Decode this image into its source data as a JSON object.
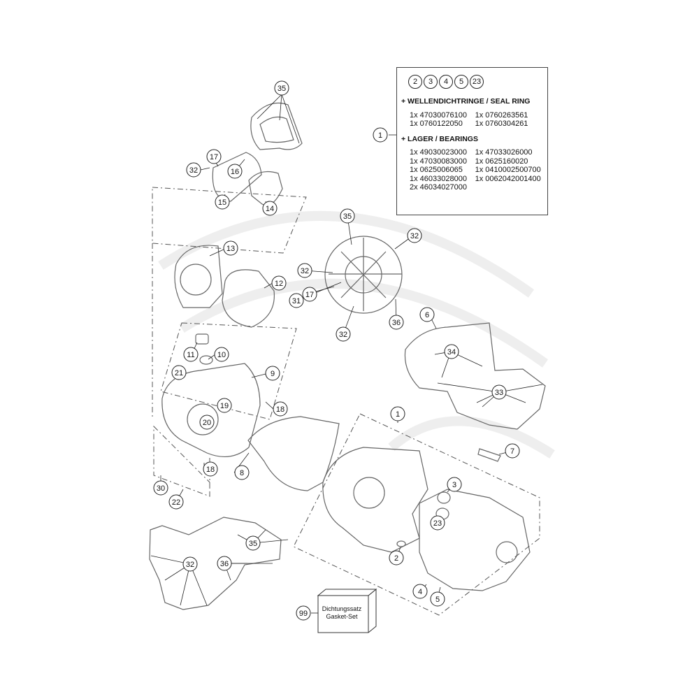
{
  "info_box": {
    "chips": [
      "2",
      "3",
      "4",
      "5",
      "23"
    ],
    "sections": [
      {
        "title": "+ WELLENDICHTRINGE / SEAL RING",
        "col1": [
          "1x 47030076100",
          "1x 0760122050"
        ],
        "col2": [
          "1x 0760263561",
          "1x 0760304261"
        ]
      },
      {
        "title": "+ LAGER / BEARINGS",
        "col1": [
          "1x 49030023000",
          "1x 47030083000",
          "1x 0625006065",
          "1x 46033028000",
          "2x 46034027000"
        ],
        "col2": [
          "1x 47033026000",
          "1x 0625160020",
          "1x 0410002500700",
          "1x 0062042001400"
        ]
      }
    ]
  },
  "kit": {
    "line1": "Dichtungssatz",
    "line2": "Gasket-Set",
    "callout": "99"
  },
  "callouts": [
    {
      "n": "35"
    },
    {
      "n": "17"
    },
    {
      "n": "32"
    },
    {
      "n": "16"
    },
    {
      "n": "15"
    },
    {
      "n": "14"
    },
    {
      "n": "13"
    },
    {
      "n": "12"
    },
    {
      "n": "11"
    },
    {
      "n": "10"
    },
    {
      "n": "21"
    },
    {
      "n": "9"
    },
    {
      "n": "19"
    },
    {
      "n": "20"
    },
    {
      "n": "18"
    },
    {
      "n": "18"
    },
    {
      "n": "8"
    },
    {
      "n": "30"
    },
    {
      "n": "22"
    },
    {
      "n": "35"
    },
    {
      "n": "32"
    },
    {
      "n": "36"
    },
    {
      "n": "35"
    },
    {
      "n": "32"
    },
    {
      "n": "32"
    },
    {
      "n": "17"
    },
    {
      "n": "31"
    },
    {
      "n": "32"
    },
    {
      "n": "36"
    },
    {
      "n": "6"
    },
    {
      "n": "34"
    },
    {
      "n": "33"
    },
    {
      "n": "1"
    },
    {
      "n": "1"
    },
    {
      "n": "7"
    },
    {
      "n": "3"
    },
    {
      "n": "23"
    },
    {
      "n": "2"
    },
    {
      "n": "4"
    },
    {
      "n": "5"
    }
  ]
}
